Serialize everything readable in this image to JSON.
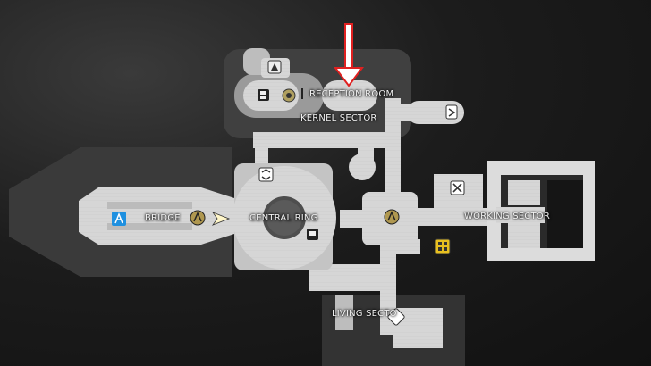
{
  "map": {
    "labels": {
      "reception_room": "RECEPTION ROOM",
      "kernel_sector": "KERNEL SECTOR",
      "bridge": "BRIDGE",
      "central_ring": "CENTRAL RING",
      "working_sector": "WORKING SECTOR",
      "living_sector": "LIVING SECTO"
    },
    "colors": {
      "floor": "#d9d9d9",
      "floor_dark": "#a8a8a8",
      "hull": "#4a4a4a",
      "outside": "#151515",
      "arrow": "#ffffff",
      "arrow_outline": "#e02020",
      "teleport_icon": "#1e90e0",
      "cache_icon": "#e8c020",
      "player_marker": "#fff6c8"
    },
    "icons": [
      "save-icon",
      "landmark-icon",
      "terminal-icon",
      "vendor-icon",
      "locked-door-icon",
      "teleport-icon",
      "waypoint-icon",
      "player-marker-icon",
      "supply-cache-icon",
      "elevator-icon"
    ]
  }
}
